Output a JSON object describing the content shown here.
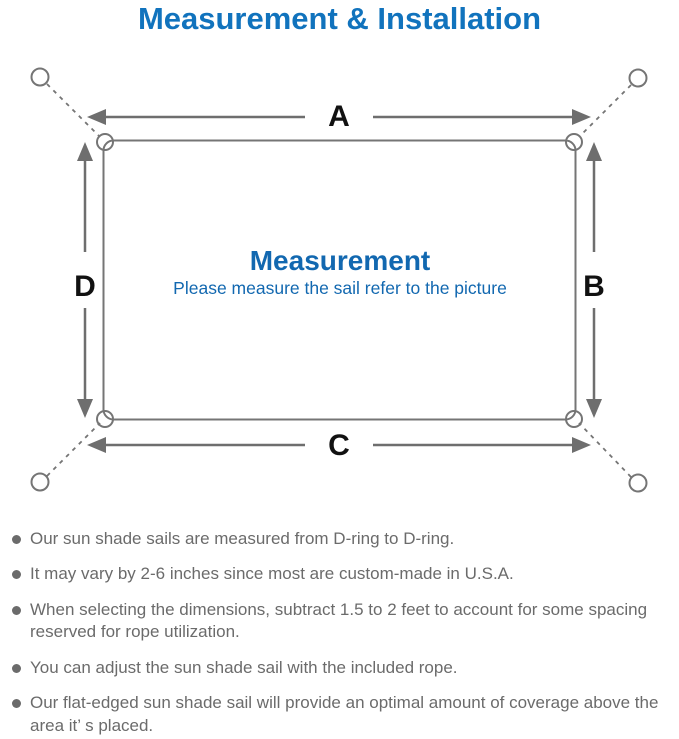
{
  "title": "Measurement & Installation",
  "colors": {
    "title_blue": "#1173bd",
    "center_blue": "#1268b0",
    "line_gray": "#757575",
    "arrow_gray": "#6e6e6e",
    "label_black": "#111111",
    "note_gray": "#6b6b6b"
  },
  "diagram": {
    "side_labels": {
      "top": "A",
      "right": "B",
      "bottom": "C",
      "left": "D"
    },
    "center_title": "Measurement",
    "center_subtitle": "Please measure the sail refer to the picture"
  },
  "notes": [
    "Our sun shade sails are measured from D-ring to D-ring.",
    "It may vary by 2-6 inches since most are custom-made in U.S.A.",
    "When selecting the dimensions, subtract 1.5 to 2 feet to account for some spacing reserved for rope utilization.",
    "You can adjust the sun shade sail with the included rope.",
    "Our flat-edged sun shade sail will provide an optimal amount of coverage above the area it’ s placed."
  ]
}
